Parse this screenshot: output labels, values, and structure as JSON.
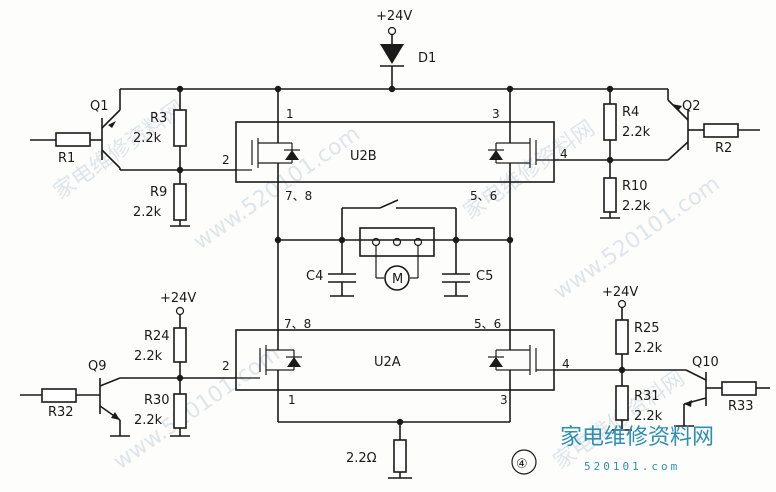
{
  "supply": {
    "top": "+24V",
    "left": "+24V",
    "right": "+24V"
  },
  "diode": {
    "name": "D1"
  },
  "transistors": {
    "q1": "Q1",
    "q2": "Q2",
    "q9": "Q9",
    "q10": "Q10"
  },
  "resistors": {
    "r1": "R1",
    "r2": "R2",
    "r32": "R32",
    "r33": "R33",
    "r3": "R3",
    "r4": "R4",
    "r9": "R9",
    "r10": "R10",
    "r24": "R24",
    "r25": "R25",
    "r30": "R30",
    "r31": "R31",
    "value_2k2": "2.2k",
    "sense_value": "2.2Ω"
  },
  "chips": {
    "u2b": "U2B",
    "u2a": "U2A"
  },
  "pins": {
    "p1": "1",
    "p2": "2",
    "p3": "3",
    "p4": "4",
    "p78": "7、8",
    "p56": "5、6",
    "p78b": "7、8",
    "p56b": "5、6",
    "p2b": "2",
    "p4b": "4",
    "p1b": "1",
    "p3b": "3"
  },
  "caps": {
    "c4": "C4",
    "c5": "C5"
  },
  "motor": {
    "label": "M"
  },
  "figure_number": "④",
  "watermark": {
    "text": "家电维修资料网",
    "url": "www.520101.com",
    "brand": "家电维修资料网",
    "brand_url": "520101.com"
  }
}
